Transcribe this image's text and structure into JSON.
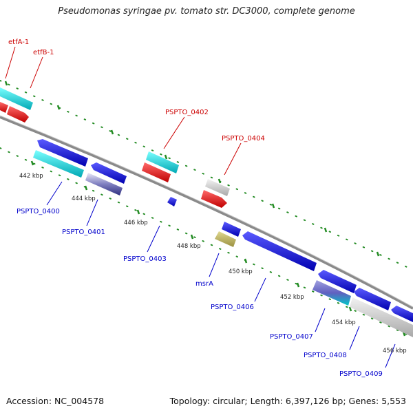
{
  "title": "Pseudomonas syringae pv. tomato str. DC3000, complete genome",
  "footer": {
    "accession": "Accession: NC_004578",
    "topology": "Topology: circular; Length: 6,397,126 bp; Genes: 5,553"
  },
  "colors": {
    "forward_label": "#cc0000",
    "reverse_label": "#0000cc",
    "cds": "#1010e8",
    "rna": "#00d8d8",
    "gene_forward": "#ff0000",
    "misc": "#c8c8c8",
    "backbone": "#888888",
    "tick_mark": "#228b22"
  },
  "forward_labels": [
    "etfA-1",
    "etfB-1",
    "PSPTO_0402",
    "PSPTO_0404"
  ],
  "reverse_labels": [
    "PSPTO_0400",
    "PSPTO_0401",
    "PSPTO_0403",
    "msrA",
    "PSPTO_0406",
    "PSPTO_0407",
    "PSPTO_0408",
    "PSPTO_0409"
  ],
  "ticks": [
    "442 kbp",
    "444 kbp",
    "446 kbp",
    "448 kbp",
    "450 kbp",
    "452 kbp",
    "454 kbp",
    "456 kbp"
  ]
}
